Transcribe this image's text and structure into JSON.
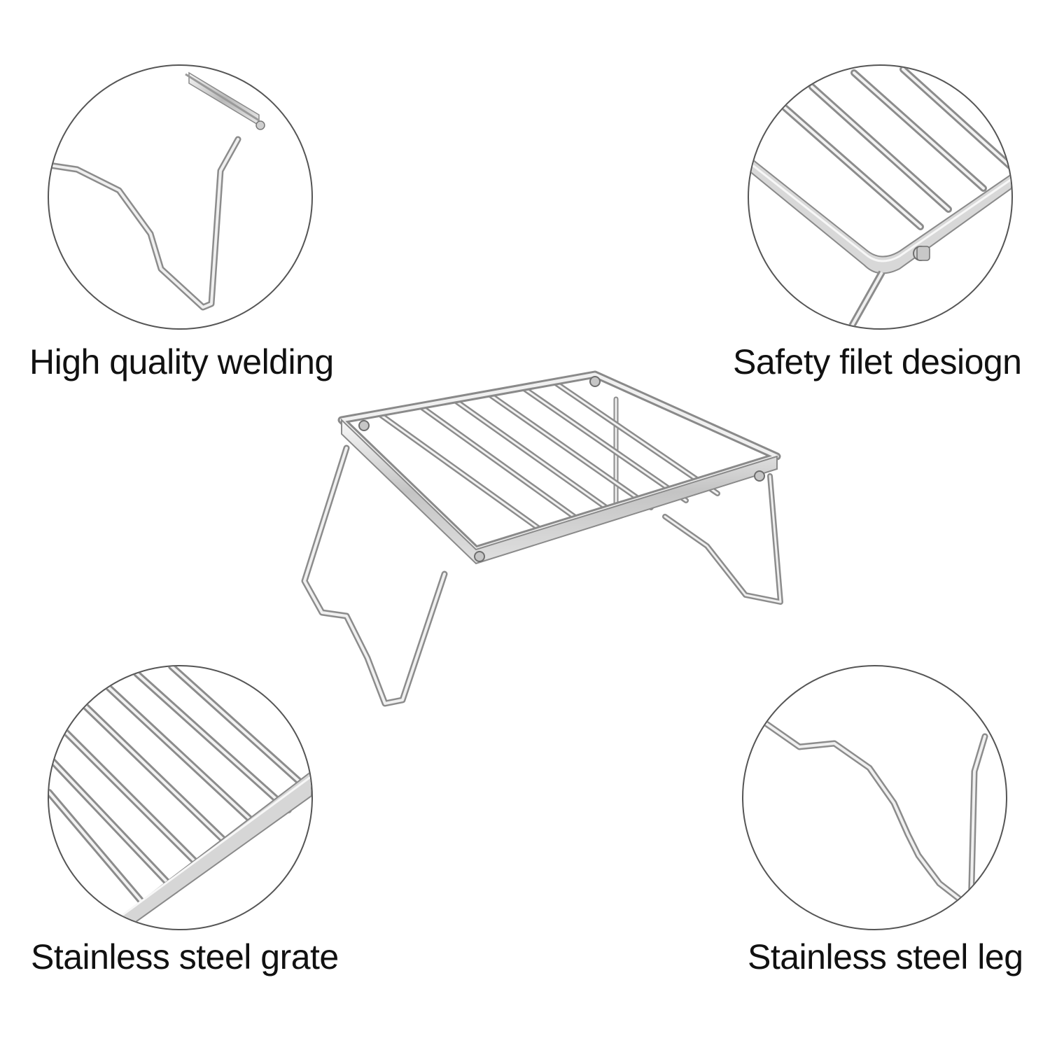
{
  "captions": {
    "top_left": "High quality welding",
    "top_right": "Safety filet desiogn",
    "bottom_left": "Stainless steel grate",
    "bottom_right": "Stainless steel leg"
  },
  "colors": {
    "steel_light": "#e6e6e6",
    "steel_mid": "#b5b5b5",
    "steel_dark": "#7d7d7d",
    "circle_border": "#555555",
    "text": "#111111"
  }
}
